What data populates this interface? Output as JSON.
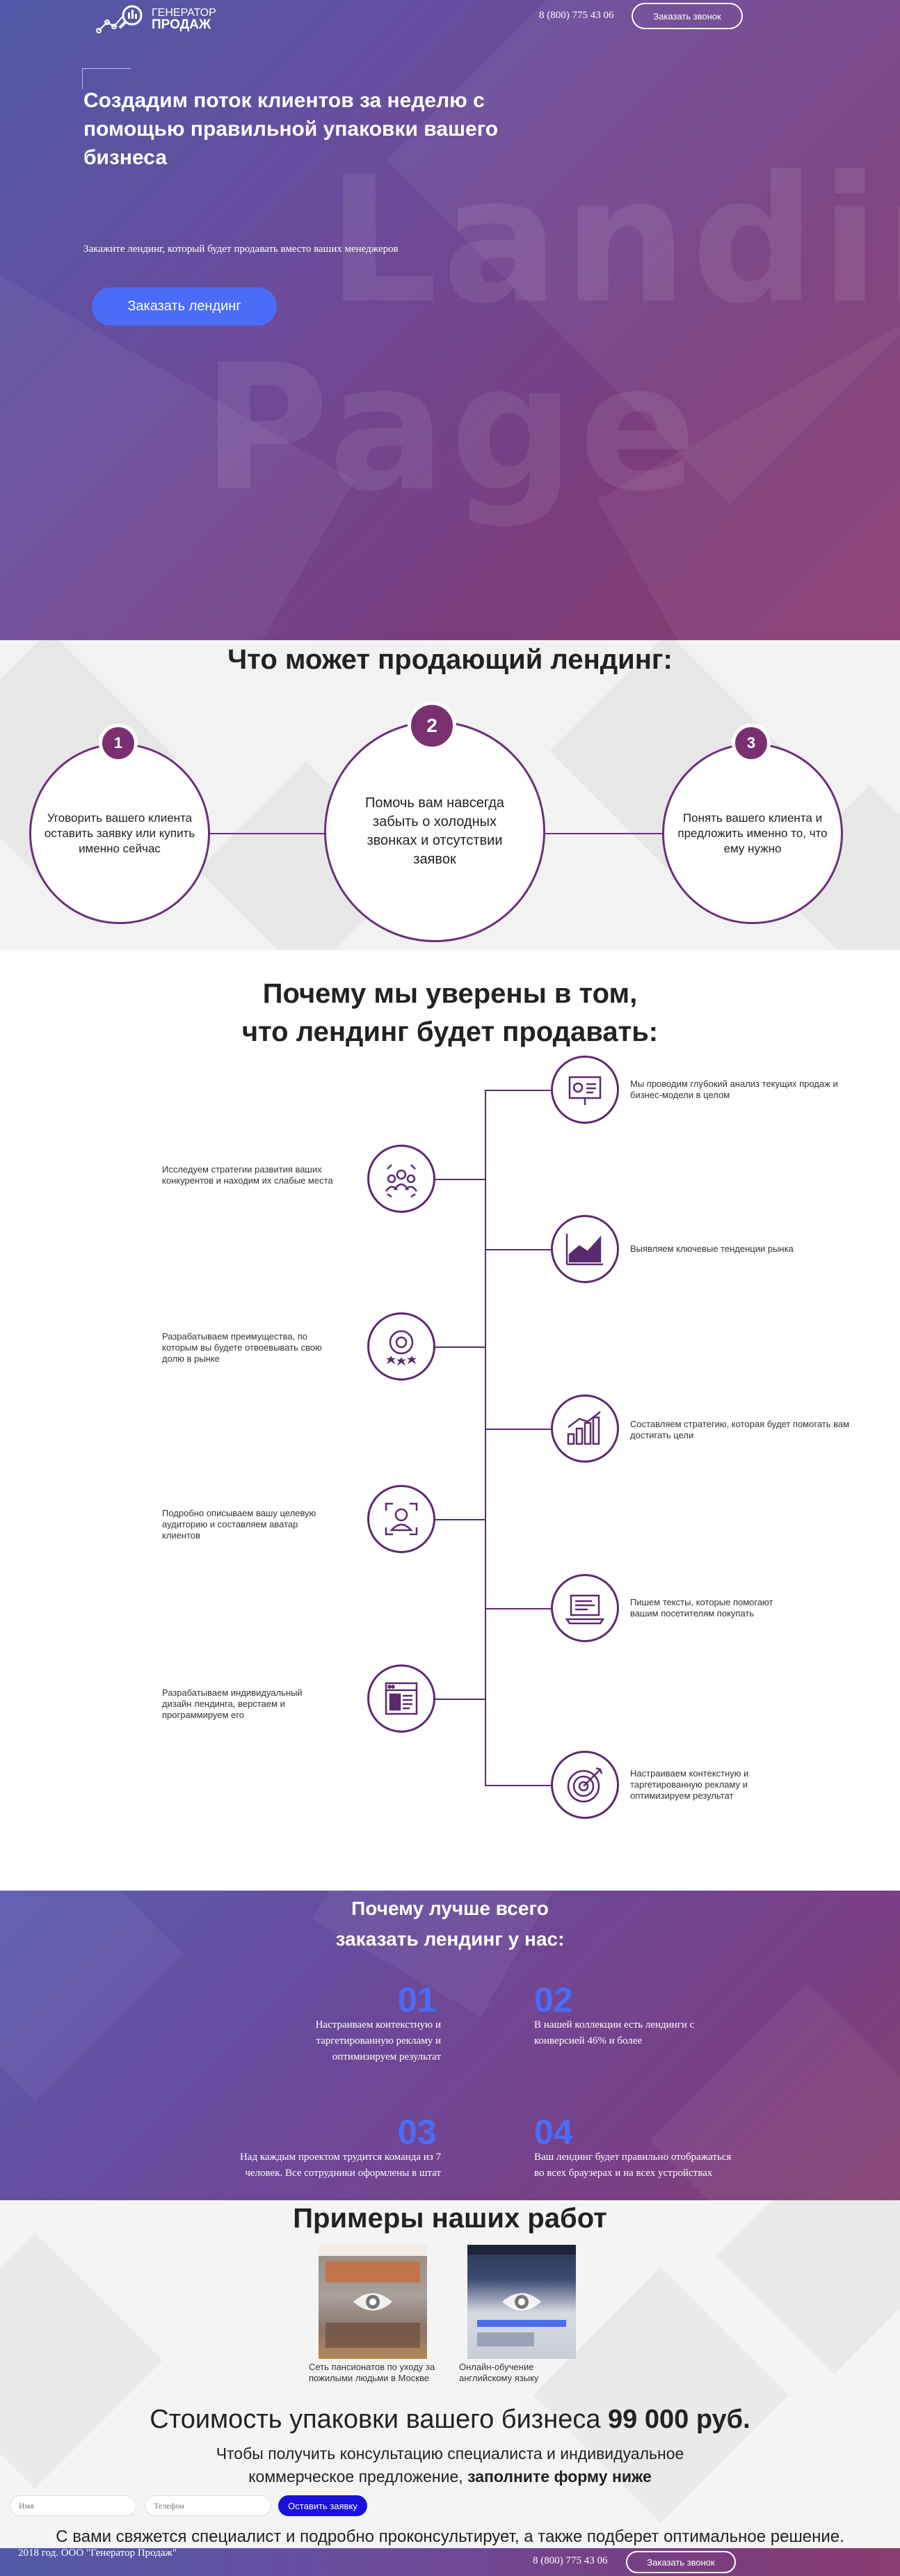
{
  "header": {
    "logo_line1": "ГЕНЕРАТОР",
    "logo_line2": "ПРОДАЖ",
    "phone": "8 (800) 775 43 06",
    "callback_button": "Заказать звонок"
  },
  "hero": {
    "title": "Создадим поток клиентов за неделю с помощью правильной упаковки вашего бизнеса",
    "subtitle": "Закажите лендинг, который будет продавать вместо ваших менеджеров",
    "cta_button": "Заказать лендинг",
    "bg_word_1": "Landin",
    "bg_word_2": "Page"
  },
  "abilities": {
    "title": "Что может продающий лендинг:",
    "items": [
      {
        "num": "1",
        "text": "Уговорить вашего клиента оставить заявку или купить именно сейчас"
      },
      {
        "num": "2",
        "text": "Помочь вам навсегда забыть о холодных звонках и отсутствии заявок"
      },
      {
        "num": "3",
        "text": "Понять вашего клиента и предложить именно то, что ему нужно"
      }
    ]
  },
  "why": {
    "title_line1": "Почему мы уверены в том,",
    "title_line2_prefix": "что",
    "title_line2_bold": "лендинг будет продавать:",
    "right_items": [
      {
        "icon": "presentation-icon",
        "text": "Мы проводим глубокий анализ текущих продаж и бизнес-модели в целом"
      },
      {
        "icon": "trend-chart-icon",
        "text": "Выявляем ключевые тенденции рынка"
      },
      {
        "icon": "growth-bars-icon",
        "text": "Составляем стратегию, которая будет помогать вам достигать цели"
      },
      {
        "icon": "laptop-icon",
        "text": "Пишем тексты, которые помогают вашим посетителям покупать"
      },
      {
        "icon": "target-icon",
        "text": "Настраиваем контекстную и таргетированную рекламу и оптимизируем результат"
      }
    ],
    "left_items": [
      {
        "icon": "team-icon",
        "text": "Исследуем стратегии развития ваших конкурентов и находим их слабые места"
      },
      {
        "icon": "award-stars-icon",
        "text": "Разрабатываем преимущества, по которым вы будете отвоевывать свою долю в рынке"
      },
      {
        "icon": "user-portrait-icon",
        "text": "Подробно описываем вашу целевую аудиторию и составляем аватар клиентов"
      },
      {
        "icon": "web-design-icon",
        "text": "Разрабатываем индивидуальный дизайн лендинга, верстаем и программируем его"
      }
    ]
  },
  "reasons": {
    "title_line1": "Почему лучше всего",
    "title_line2": "заказать лендинг у нас:",
    "items": [
      {
        "num": "01",
        "text": "Настраиваем контекстную и таргетированную рекламу и оптимизируем результат"
      },
      {
        "num": "02",
        "text": "В нашей коллекции есть лендинги с конверсией 46% и более"
      },
      {
        "num": "03",
        "text": "Над каждым проектом трудится команда из 7 человек. Все сотрудники оформлены в штат"
      },
      {
        "num": "04",
        "text": "Ваш лендинг будет правильно отображаться во всех браузерах и на всех устройствах"
      }
    ]
  },
  "works": {
    "title_bold": "Примеры",
    "title_rest": "наших работ",
    "items": [
      {
        "caption": "Сеть пансионатов по уходу за пожилыми людьми в Москве"
      },
      {
        "caption": "Онлайн-обучение английскому языку"
      }
    ]
  },
  "pricing": {
    "text": "Стоимость упаковки вашего бизнеса",
    "amount": "99 000 руб.",
    "cta_line1": "Чтобы получить консультацию специалиста и индивидуальное",
    "cta_line2_prefix": "коммерческое предложение,",
    "cta_line2_bold": "заполните форму ниже"
  },
  "form": {
    "name_placeholder": "Имя",
    "phone_placeholder": "Телефон",
    "submit_button": "Оставить заявку",
    "note": "С вами свяжется специалист и подробно проконсультирует, а также подберет оптимальное решение."
  },
  "footer": {
    "copyright": "2018 год. ООО \"Генератор Продаж\"",
    "phone": "8 (800) 775 43 06",
    "callback_button": "Заказать звонок"
  },
  "colors": {
    "accent_blue": "#4a6cf7",
    "purple": "#6b2f7a",
    "badge": "#7a3070",
    "submit_blue": "#1a10e0"
  }
}
